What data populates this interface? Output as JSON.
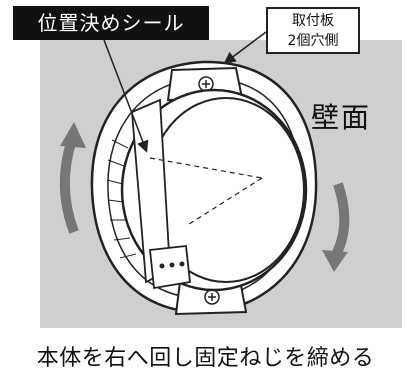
{
  "labels": {
    "positioning_seal": "位置決めシール",
    "mounting_plate_line1": "取付板",
    "mounting_plate_line2": "2個穴側",
    "wall": "壁面"
  },
  "caption": "本体を右へ回し固定ねじを締める",
  "colors": {
    "wall": "#cfcfcf",
    "outline": "#222222",
    "label_background": "#111111",
    "label_text": "#ffffff"
  },
  "icons": [
    "rotate-left-arrow-icon",
    "rotate-right-arrow-icon",
    "screw-icon"
  ]
}
